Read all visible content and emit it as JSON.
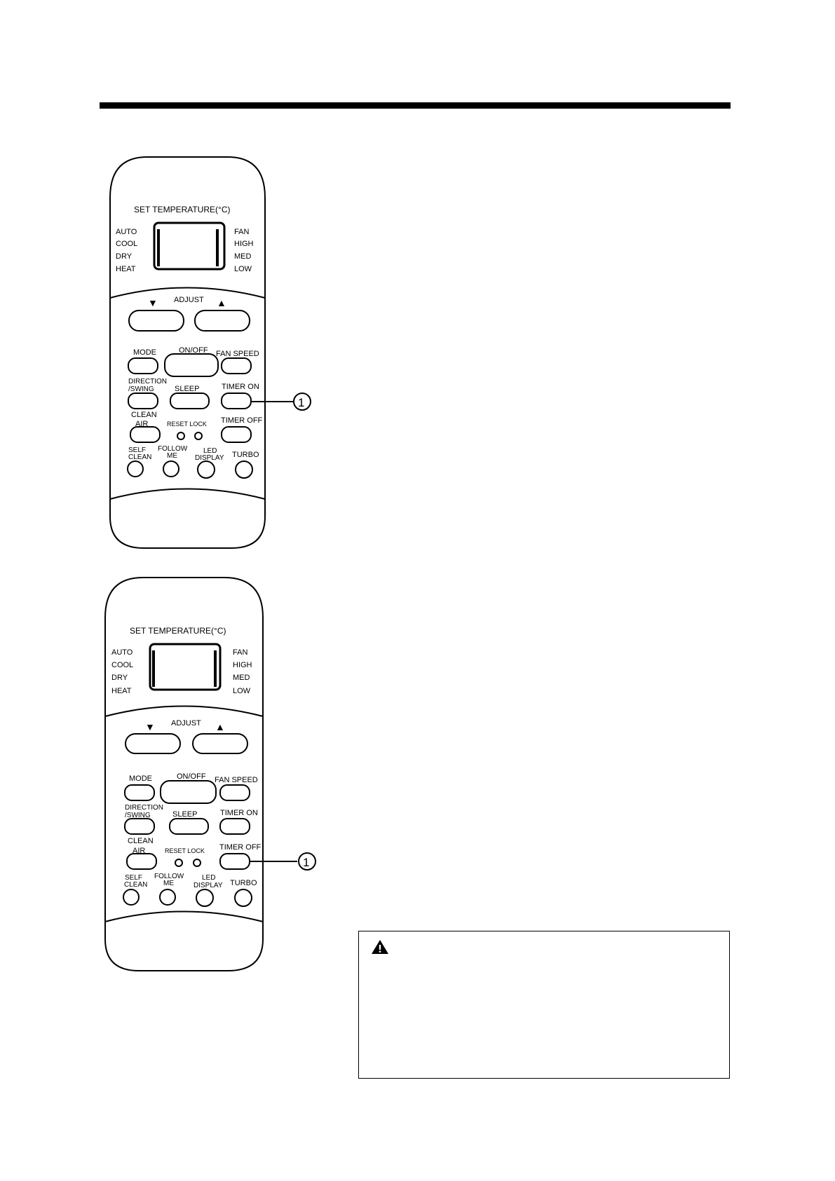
{
  "remotes": [
    {
      "id": "remote-1",
      "set_temperature": "SET TEMPERATURE(",
      "deg_c": "°C)",
      "modes_left": [
        "AUTO",
        "COOL",
        "DRY",
        "HEAT"
      ],
      "modes_right": [
        "FAN",
        "HIGH",
        "MED",
        "LOW"
      ],
      "adjust": "ADJUST",
      "buttons": {
        "mode": "MODE",
        "on_off": "ON/OFF",
        "fan_speed": "FAN SPEED",
        "direction_line1": "DIRECTION",
        "direction_line2": "/SWING",
        "sleep": "SLEEP",
        "timer_on": "TIMER ON",
        "clean_line1": "CLEAN",
        "clean_line2": "AIR",
        "reset_lock": "RESET LOCK",
        "timer_off": "TIMER OFF",
        "self_line1": "SELF",
        "self_line2": "CLEAN",
        "follow_line1": "FOLLOW",
        "follow_line2": "ME",
        "led_line1": "LED",
        "led_line2": "DISPLAY",
        "turbo": "TURBO"
      },
      "callout_number": "1",
      "callout_target": "TIMER ON"
    },
    {
      "id": "remote-2",
      "set_temperature": "SET TEMPERATURE(",
      "deg_c": "°C)",
      "modes_left": [
        "AUTO",
        "COOL",
        "DRY",
        "HEAT"
      ],
      "modes_right": [
        "FAN",
        "HIGH",
        "MED",
        "LOW"
      ],
      "adjust": "ADJUST",
      "buttons": {
        "mode": "MODE",
        "on_off": "ON/OFF",
        "fan_speed": "FAN SPEED",
        "direction_line1": "DIRECTION",
        "direction_line2": "/SWING",
        "sleep": "SLEEP",
        "timer_on": "TIMER ON",
        "clean_line1": "CLEAN",
        "clean_line2": "AIR",
        "reset_lock": "RESET LOCK",
        "timer_off": "TIMER OFF",
        "self_line1": "SELF",
        "self_line2": "CLEAN",
        "follow_line1": "FOLLOW",
        "follow_line2": "ME",
        "led_line1": "LED",
        "led_line2": "DISPLAY",
        "turbo": "TURBO"
      },
      "callout_number": "1",
      "callout_target": "TIMER OFF"
    }
  ],
  "warning_box": {
    "icon": "warning-triangle-icon"
  }
}
